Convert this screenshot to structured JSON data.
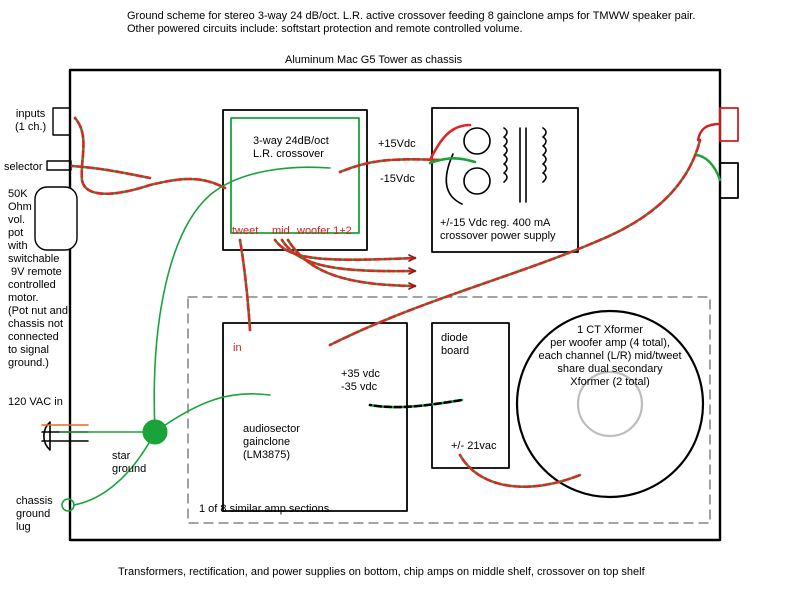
{
  "header": {
    "line1": "Ground scheme for stereo 3-way 24 dB/oct. L.R. active crossover feeding 8 gainclone amps for TMWW speaker pair.",
    "line2": "Other powered circuits include: softstart protection and remote controlled volume."
  },
  "chassis_title": "Aluminum Mac G5 Tower as chassis",
  "left_labels": {
    "inputs": "inputs\n(1 ch.)",
    "selector": "selector",
    "volume": "50K\nOhm\nvol.\npot\nwith\nswitchable\n 9V remote\ncontrolled\nmotor.\n(Pot nut and\nchassis not\nconnected\nto signal\nground.)",
    "mains": "120 VAC in",
    "star_ground": "star\nground",
    "chassis_lug": "chassis\nground\nlug"
  },
  "crossover": {
    "title": "3-way 24dB/oct\nL.R. crossover",
    "tweet": "tweet",
    "mid": "mid",
    "woofer": "woofer 1+2"
  },
  "crossover_psu": {
    "plus": "+15Vdc",
    "minus": "-15Vdc",
    "label": "+/-15 Vdc reg. 400 mA\ncrossover power supply"
  },
  "amp": {
    "in_label": "in",
    "rails": "+35 vdc\n-35 vdc",
    "label": "audiosector\ngainclone\n(LM3875)",
    "section_note": "1 of 8 similar amp sections"
  },
  "diode_board": {
    "label": "diode\nboard",
    "voltage": "+/- 21vac"
  },
  "transformer": {
    "label": "1 CT Xformer\nper woofer amp (4 total),\neach channel (L/R) mid/tweet\nshare dual secondary\nXformer (2 total)"
  },
  "footer": "Transformers, rectification, and power supplies on bottom, chip amps on middle shelf, crossover on top shelf",
  "colors": {
    "red_wire": "#e02424",
    "green_wire": "#1aa33a",
    "star_ground": "#1aa33a",
    "outline": "#000000",
    "dashed": "#6e6e6e"
  }
}
